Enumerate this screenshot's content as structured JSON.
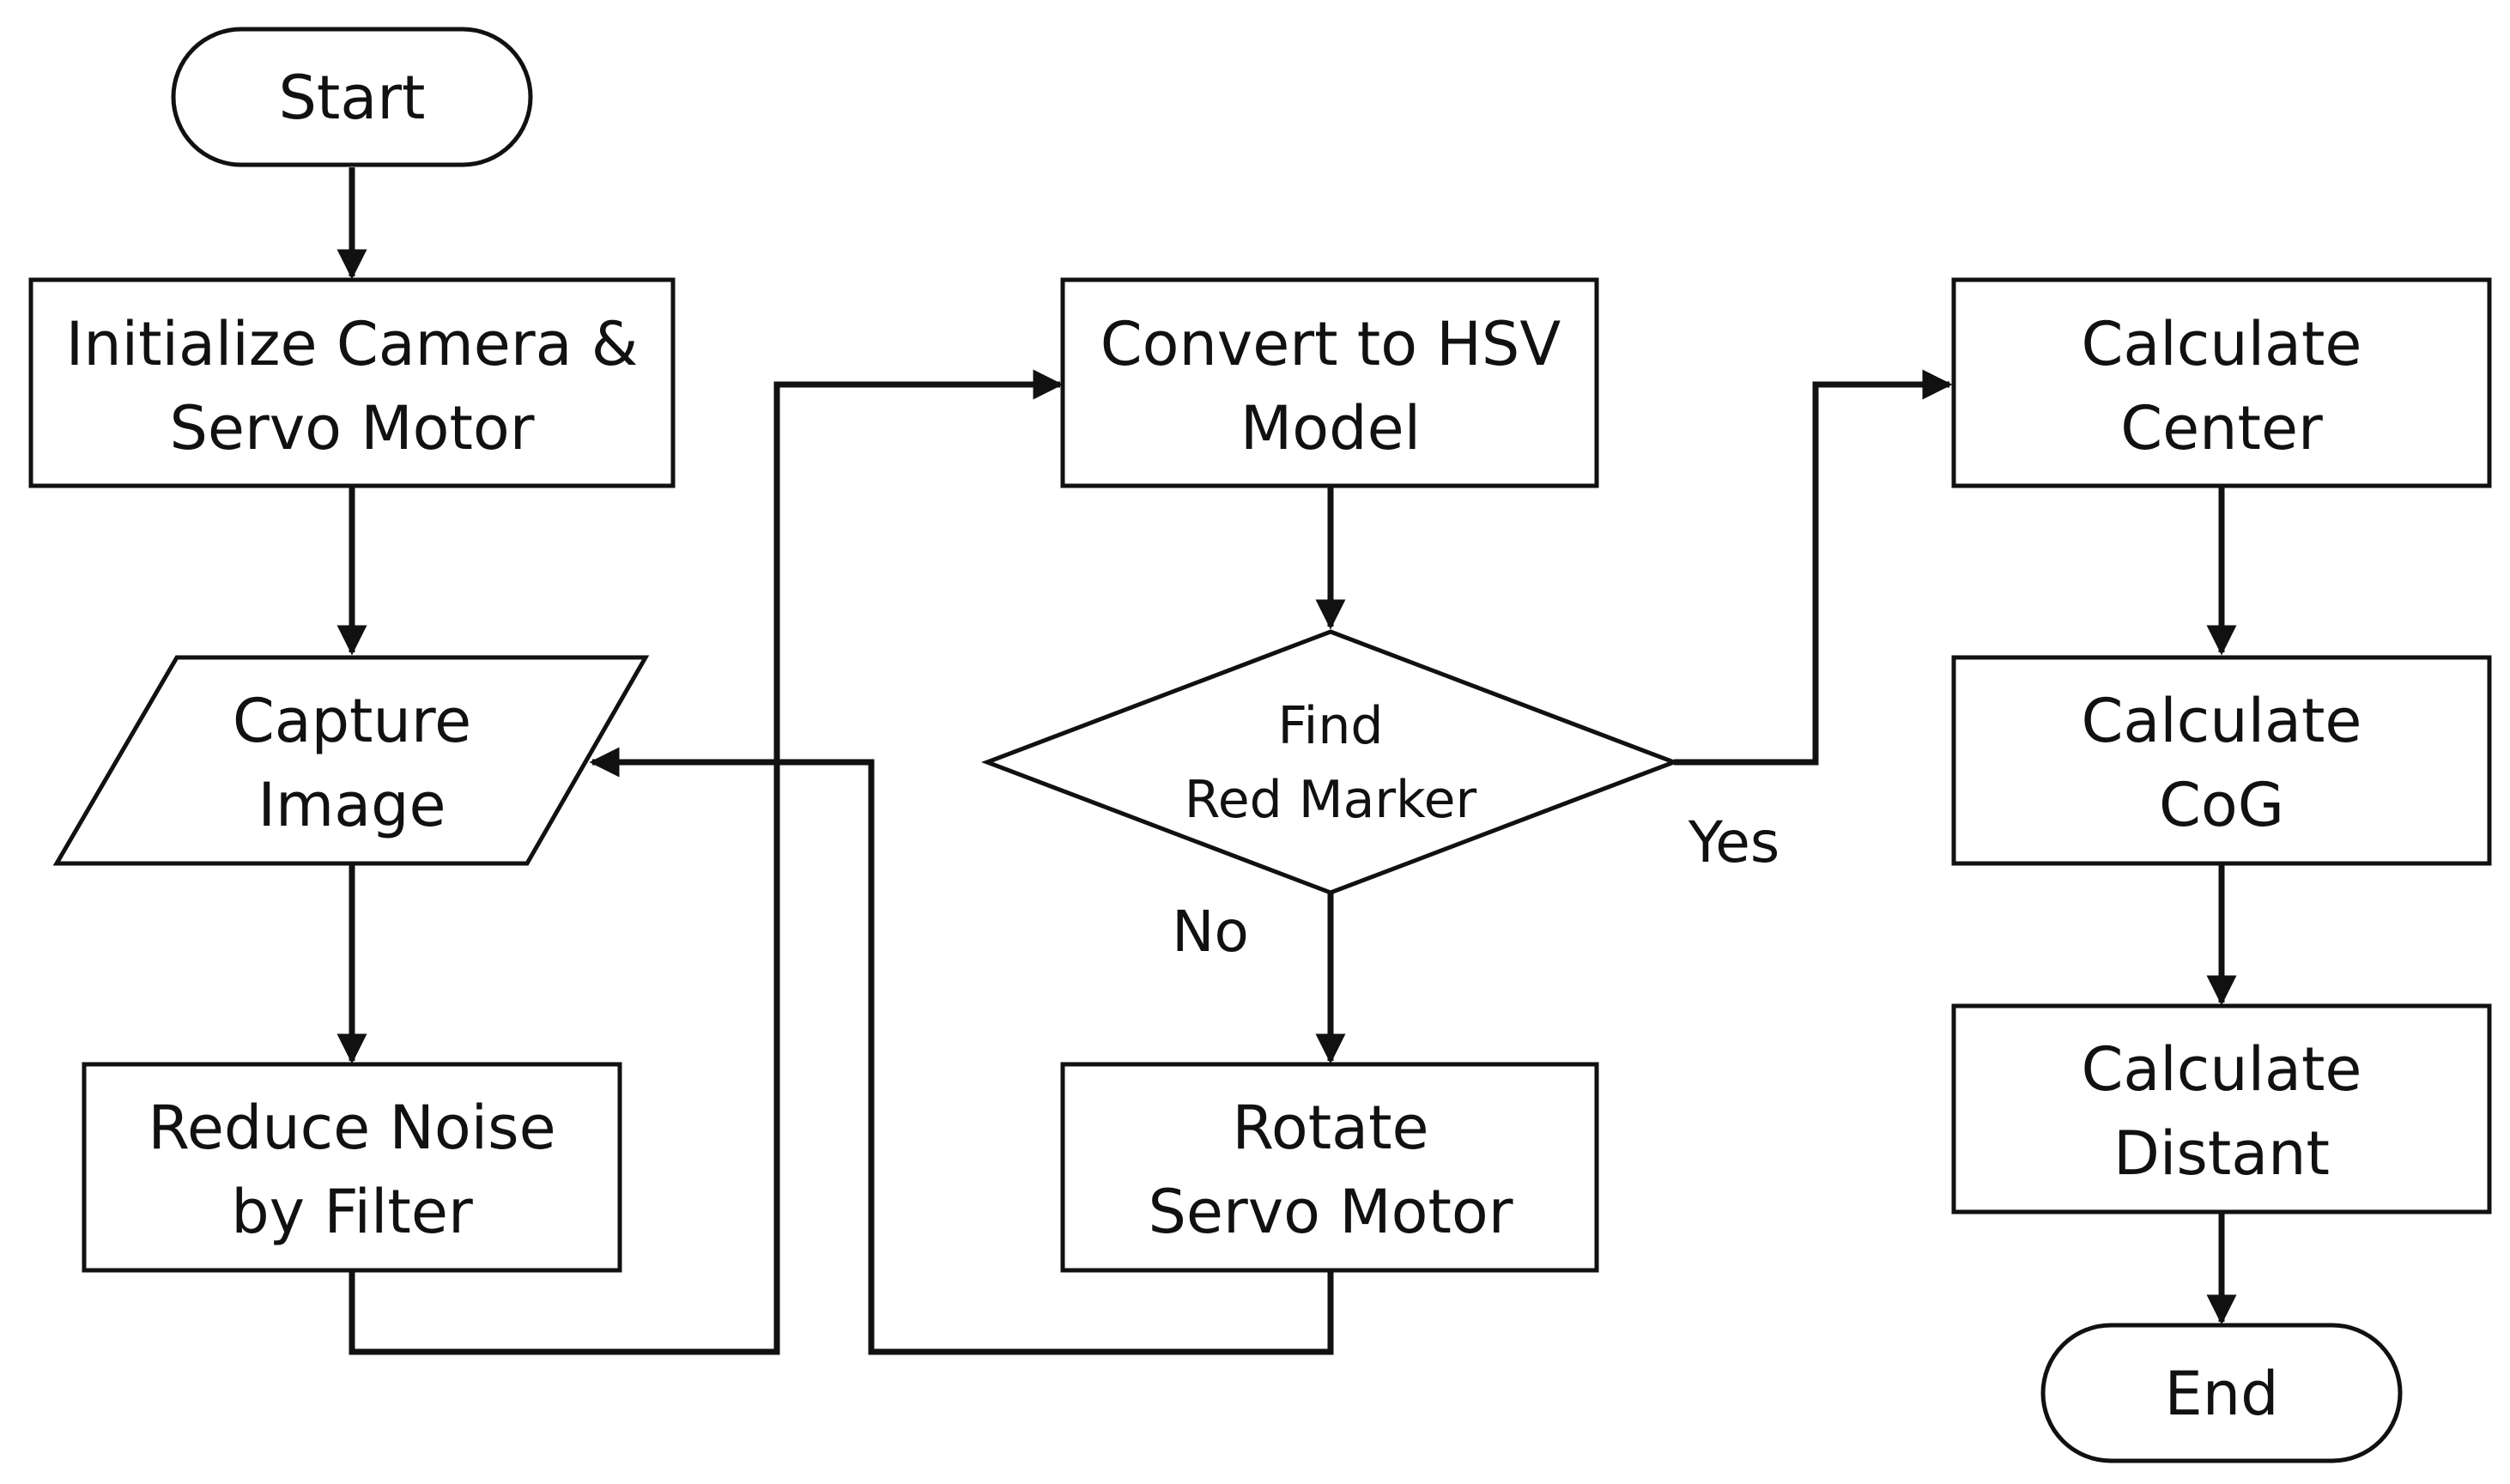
{
  "nodes": {
    "start": {
      "label": "Start"
    },
    "init": {
      "line1": "Initialize Camera &",
      "line2": "Servo Motor"
    },
    "capture": {
      "line1": "Capture",
      "line2": "Image"
    },
    "reduce": {
      "line1": "Reduce Noise",
      "line2": "by Filter"
    },
    "convert": {
      "line1": "Convert to HSV",
      "line2": "Model"
    },
    "find": {
      "line1": "Find",
      "line2": "Red Marker"
    },
    "rotate": {
      "line1": "Rotate",
      "line2": "Servo Motor"
    },
    "center": {
      "line1": "Calculate",
      "line2": "Center"
    },
    "cog": {
      "line1": "Calculate",
      "line2": "CoG"
    },
    "distant": {
      "line1": "Calculate",
      "line2": "Distant"
    },
    "end": {
      "label": "End"
    }
  },
  "edge_labels": {
    "yes": "Yes",
    "no": "No"
  }
}
